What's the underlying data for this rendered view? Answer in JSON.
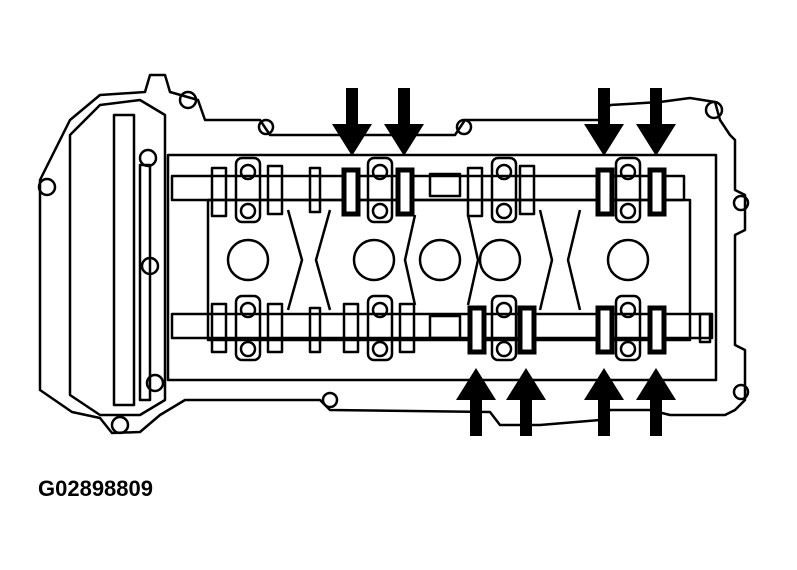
{
  "figure": {
    "id_label": "G02898809",
    "subject": "cylinder-head-camshaft-bearing-caps",
    "line_color": "#000000",
    "fill_color": "#ffffff",
    "arrow_color": "#000000",
    "arrows_top_count": 4,
    "arrows_bottom_count": 4
  }
}
